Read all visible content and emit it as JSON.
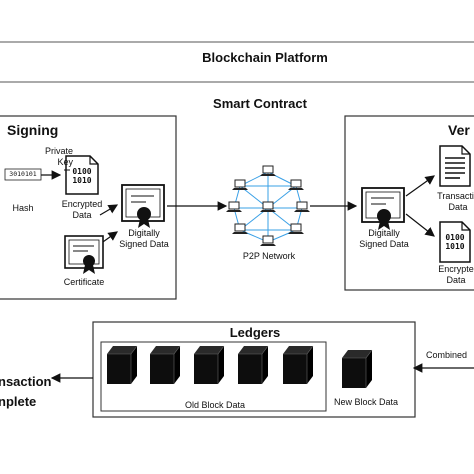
{
  "platform": {
    "title": "Blockchain Platform"
  },
  "smart_contract": {
    "title": "Smart Contract"
  },
  "signing": {
    "title": "Signing",
    "hash_value": "3010101",
    "hash_label": "Hash",
    "private_key_label": "Private\nKey",
    "encrypted_bits": "0100\n1010",
    "encrypted_label": "Encrypted\nData",
    "signed_label": "Digitally\nSigned Data",
    "certificate_label": "Certificate"
  },
  "network": {
    "label": "P2P Network"
  },
  "verification": {
    "title": "Ver",
    "signed_label": "Digitally\nSigned Data",
    "transaction_label": "Transactio\nData",
    "encrypted_bits": "0100\n1010",
    "encrypted_label": "Encrypte\nData"
  },
  "ledgers": {
    "title": "Ledgers",
    "old_label": "Old Block Data",
    "new_label": "New Block Data",
    "combined_label": "Combined",
    "transaction_left": "nsaction",
    "complete_left": "nplete"
  },
  "colors": {
    "line": "#1a1a1a",
    "box": "#333333",
    "block": "#111111"
  }
}
